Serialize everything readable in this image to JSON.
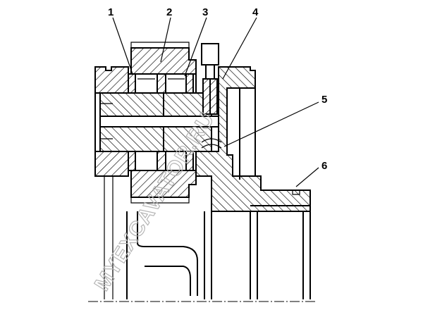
{
  "callouts": [
    {
      "id": "1",
      "label": "1"
    },
    {
      "id": "2",
      "label": "2"
    },
    {
      "id": "3",
      "label": "3"
    },
    {
      "id": "4",
      "label": "4"
    },
    {
      "id": "5",
      "label": "5"
    },
    {
      "id": "6",
      "label": "6"
    }
  ],
  "watermark": "MYEXCAVATOR.RU",
  "colors": {
    "line": "#000000",
    "watermark": "#b5b5b5",
    "background": "#ffffff"
  }
}
